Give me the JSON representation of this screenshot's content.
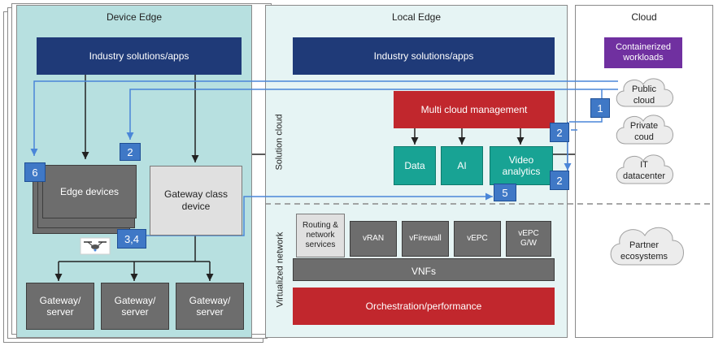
{
  "device_edge": {
    "title": "Device Edge",
    "industry_box": "Industry solutions/apps",
    "edge_devices": "Edge devices",
    "gateway_class": "Gateway class device",
    "servers": [
      "Gateway/ server",
      "Gateway/ server",
      "Gateway/ server"
    ]
  },
  "local_edge": {
    "title": "Local Edge",
    "industry_box": "Industry solutions/apps",
    "solution_cloud_label": "Solution cloud",
    "multi_cloud": "Multi cloud management",
    "data": "Data",
    "ai": "AI",
    "video_analytics": "Video analytics",
    "virtualized_network_label": "Virtualized network",
    "routing": "Routing & network services",
    "vnf_items": [
      "vRAN",
      "vFirewall",
      "vEPC",
      "vEPC G/W"
    ],
    "vnfs": "VNFs",
    "orchestration": "Orchestration/performance"
  },
  "cloud": {
    "title": "Cloud",
    "containerized": "Containerized workloads",
    "public": "Public cloud",
    "private": "Private coud",
    "it": "IT datacenter",
    "partner": "Partner ecosystems"
  },
  "badges": {
    "b1": "1",
    "b2a": "2",
    "b2b": "2",
    "b2c": "2",
    "b6": "6",
    "b34": "3,4",
    "b5": "5"
  },
  "colors": {
    "device_bg": "#b7e0e0",
    "local_bg": "#e6f4f4",
    "navy": "#1f3a78",
    "red": "#c1272d",
    "teal": "#18a394",
    "badge": "#3f78c6",
    "flow_line": "#4a86d8",
    "purple": "#7030a0"
  }
}
